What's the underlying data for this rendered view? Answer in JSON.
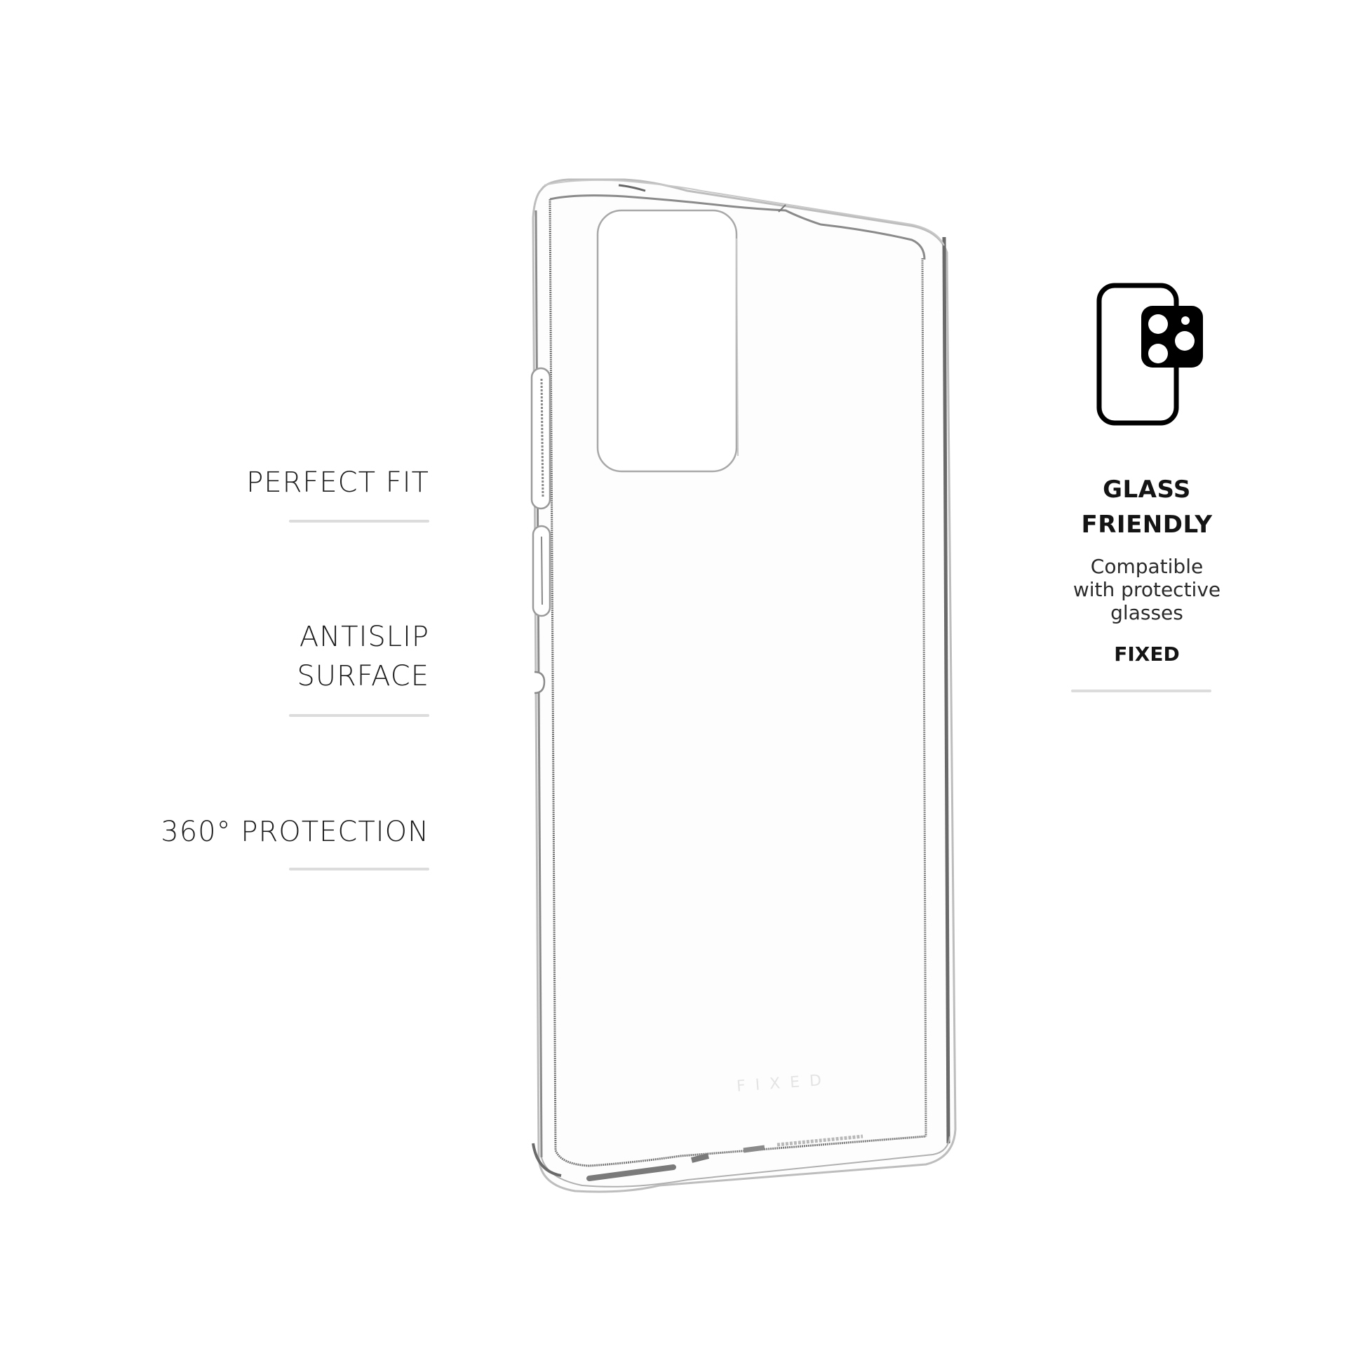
{
  "features_left": [
    {
      "lines": [
        "PERFECT FIT"
      ]
    },
    {
      "lines": [
        "ANTISLIP",
        "SURFACE"
      ]
    },
    {
      "lines": [
        "360° PROTECTION"
      ]
    }
  ],
  "glass_friendly": {
    "icon": "phone-with-camera-glass-icon",
    "title_line1": "GLASS",
    "title_line2": "FRIENDLY",
    "desc_line1": "Compatible",
    "desc_line2": "with protective",
    "desc_line3": "glasses",
    "brand": "FIXED"
  },
  "product": {
    "name": "clear-phone-case",
    "watermark": "FIXED"
  },
  "colors": {
    "background": "#ffffff",
    "text": "#1e1e1e",
    "divider": "#dcdcdc",
    "icon": "#000000",
    "case_outline": "#9a9a9a"
  }
}
